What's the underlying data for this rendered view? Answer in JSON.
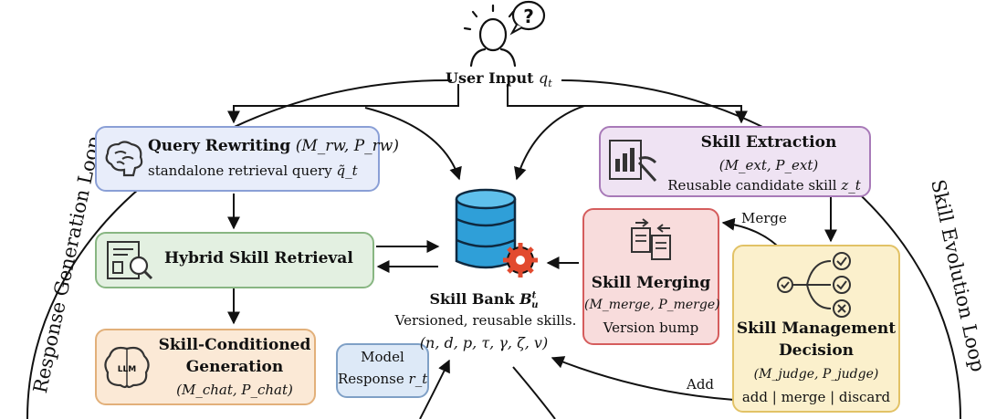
{
  "colors": {
    "rewrite_fill": "#e8edfa",
    "rewrite_border": "#8a9fd6",
    "retrieval_fill": "#e3f0e1",
    "retrieval_border": "#88b682",
    "generation_fill": "#fbe9d6",
    "generation_border": "#e2b07a",
    "extraction_fill": "#efe3f3",
    "extraction_border": "#a87ab8",
    "merging_fill": "#f8dcdc",
    "merging_border": "#d55d5d",
    "decision_fill": "#fbf0cc",
    "decision_border": "#e2c266",
    "bubble_fill": "#dde9f7",
    "bubble_border": "#7fa0c6",
    "db_blue": "#2f9fd8",
    "gear_red": "#e24a2f"
  },
  "user_input": {
    "label": "User Input",
    "symbol": "q_t"
  },
  "loops": {
    "left": "Response Generation Loop",
    "right": "Skill Evolution Loop"
  },
  "query_rewriting": {
    "title": "Query Rewriting",
    "params": "(M_rw, P_rw)",
    "subtitle": "standalone retrieval query",
    "symbol": "q̃_t",
    "icon": "brain-icon"
  },
  "hybrid_retrieval": {
    "title": "Hybrid Skill Retrieval",
    "icon": "document-search-icon"
  },
  "generation": {
    "title_line1": "Skill-Conditioned",
    "title_line2": "Generation",
    "params": "(M_chat, P_chat)",
    "icon": "llm-brain-icon",
    "icon_text": "LLM"
  },
  "response_bubble": {
    "line1": "Model",
    "line2": "Response",
    "symbol": "r_t"
  },
  "skill_bank": {
    "title": "Skill Bank",
    "symbol": "B",
    "sup": "t",
    "sub": "u",
    "desc": "Versioned, reusable skills.",
    "tuple": "(n, d, p, τ, γ, ζ, v)",
    "icon": "database-gear-icon"
  },
  "skill_extraction": {
    "title": "Skill Extraction",
    "params": "(M_ext, P_ext)",
    "desc": "Reusable candidate skill",
    "symbol": "z_t",
    "icon": "chart-tool-icon"
  },
  "skill_merging": {
    "title": "Skill Merging",
    "params": "(M_merge, P_merge)",
    "desc": "Version bump",
    "icon": "merge-documents-icon"
  },
  "skill_decision": {
    "title_line1": "Skill Management",
    "title_line2": "Decision",
    "params": "(M_judge, P_judge)",
    "options": "add | merge | discard",
    "icon": "decision-branch-icon"
  },
  "edge_labels": {
    "merge": "Merge",
    "add": "Add"
  }
}
